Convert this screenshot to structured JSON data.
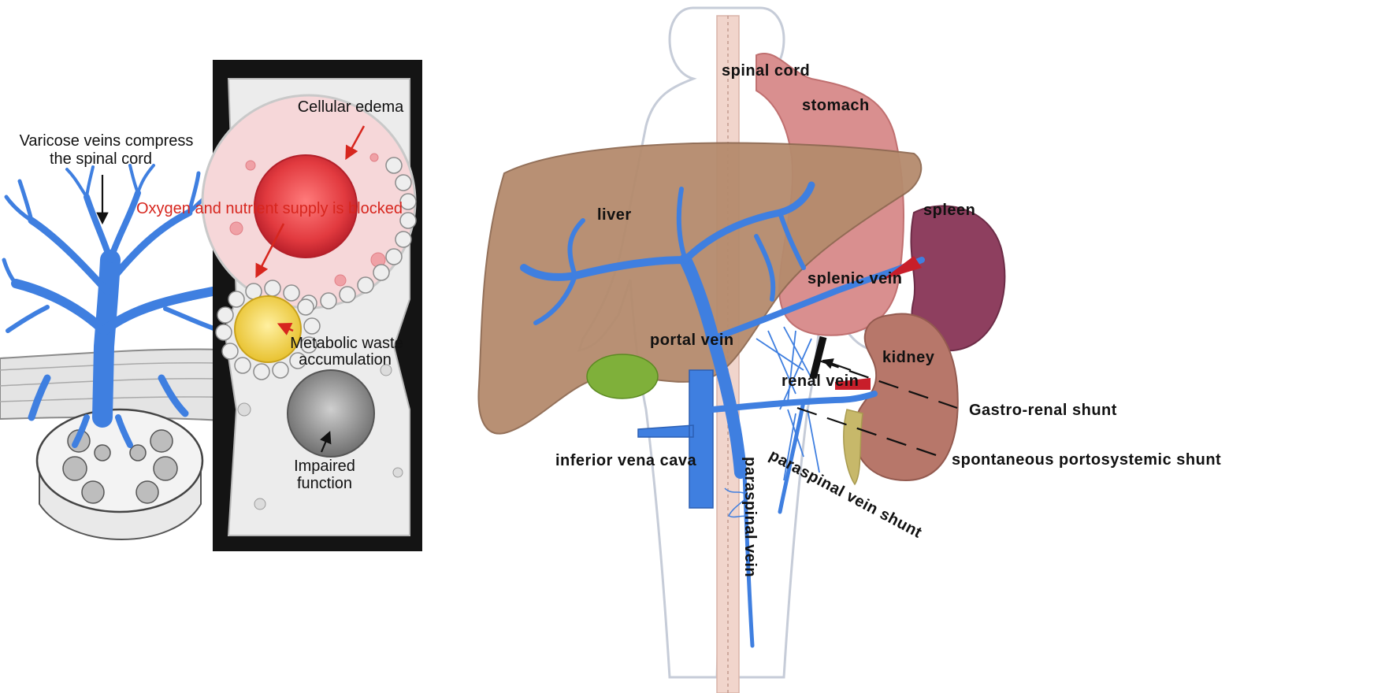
{
  "left_panel": {
    "compress_line1": "Varicose veins compress",
    "compress_line2": "the spinal cord",
    "cellular_edema": "Cellular edema",
    "oxygen_blocked": "Oxygen and nutrient supply is blocked",
    "metabolic_line1": "Metabolic waste",
    "metabolic_line2": "accumulation",
    "impaired_line1": "Impaired",
    "impaired_line2": "function"
  },
  "right_panel": {
    "spinal_cord": "spinal cord",
    "stomach": "stomach",
    "liver": "liver",
    "spleen": "spleen",
    "splenic_vein": "splenic vein",
    "portal_vein": "portal vein",
    "kidney": "kidney",
    "renal_vein": "renal vein",
    "gastro_renal_shunt": "Gastro-renal shunt",
    "inferior_vena_cava": "inferior vena cava",
    "spontaneous_shunt": "spontaneous portosystemic shunt",
    "paraspinal_vein_shunt": "paraspinal vein shunt",
    "paraspinal_vein": "paraspinal vein"
  },
  "colors": {
    "vein_blue": "#3f7fe0",
    "liver": "#b58b6d",
    "stomach": "#d98f8f",
    "spleen": "#8e3f5f",
    "kidney": "#b7776a",
    "artery_red": "#c81e2a",
    "edema_red": "#e23a3f",
    "waste_yellow": "#f0cf3c",
    "label_red": "#d7261e"
  }
}
